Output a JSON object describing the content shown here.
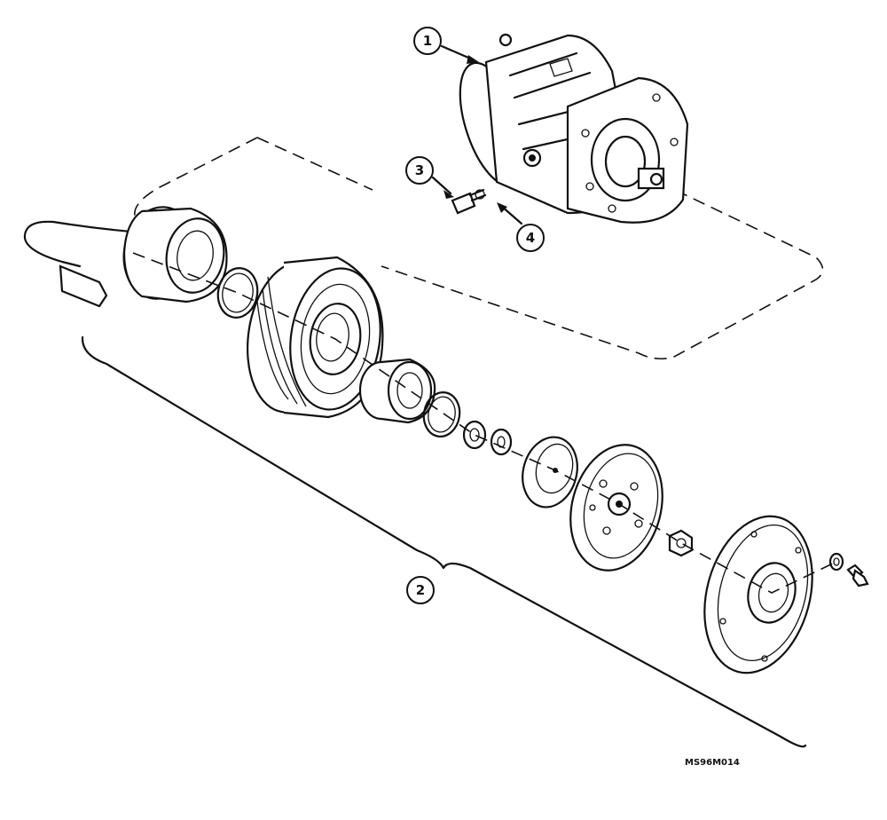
{
  "callouts": {
    "c1": "1",
    "c2": "2",
    "c3": "3",
    "c4": "4"
  },
  "figure_ref": "MS96M014"
}
